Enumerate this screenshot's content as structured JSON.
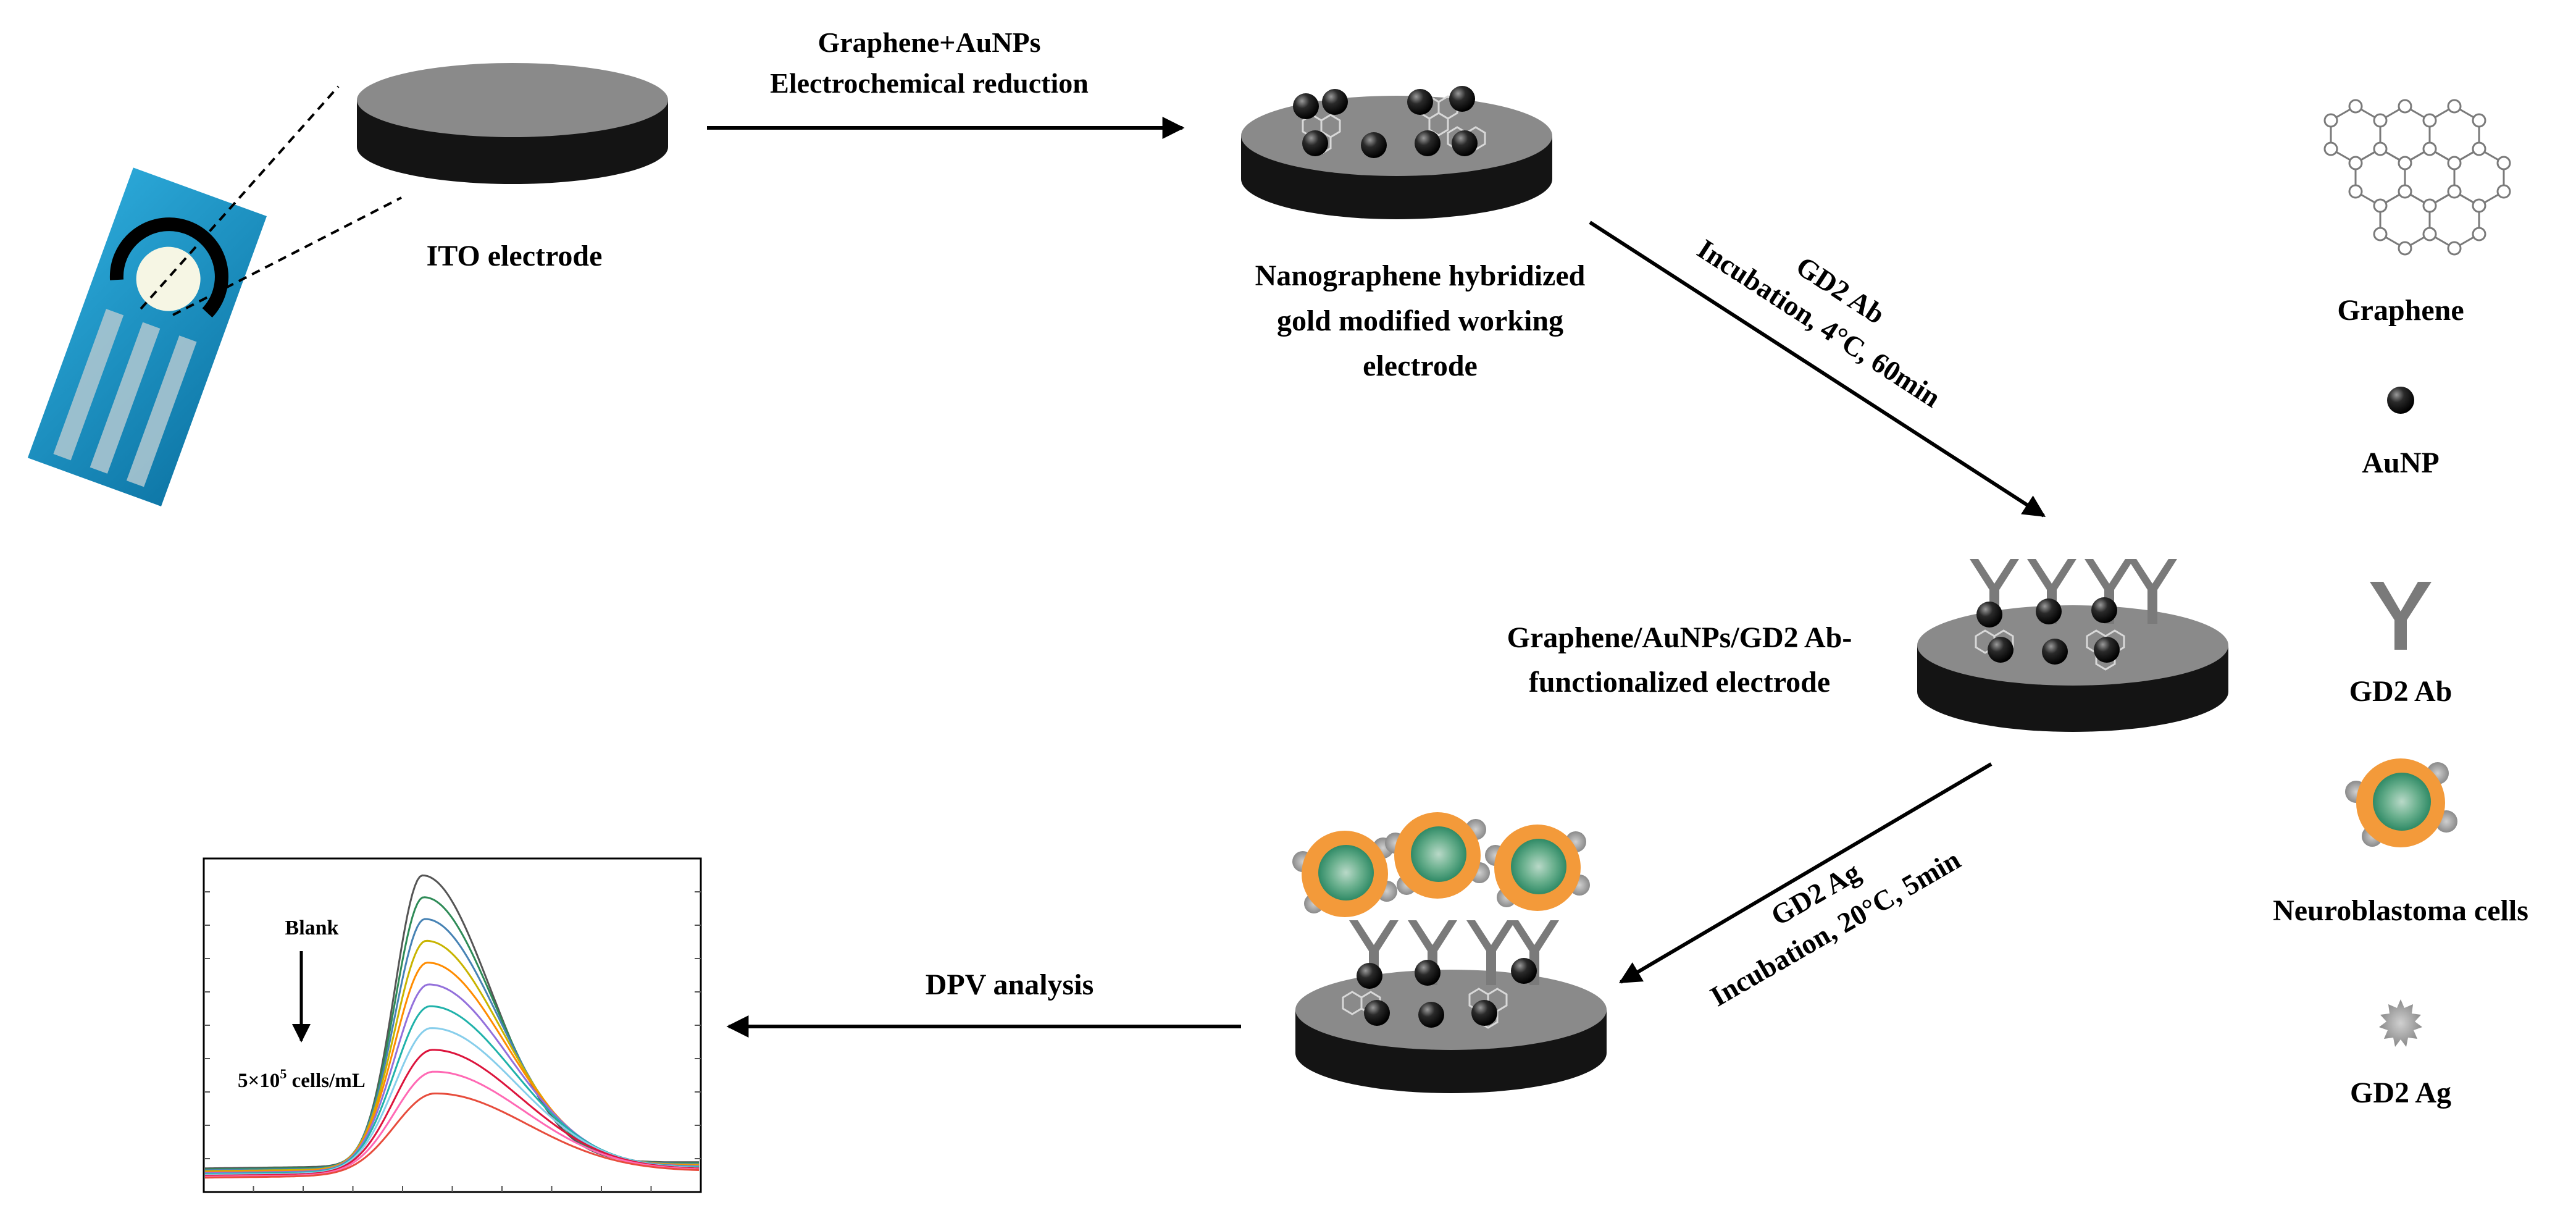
{
  "steps": {
    "step1": {
      "line1": "Graphene+AuNPs",
      "line2": "Electrochemical reduction"
    },
    "step2": {
      "line1": "GD2 Ab",
      "line2": "Incubation, 4°C,  60min"
    },
    "step3": {
      "line1": "GD2 Ag",
      "line2": "Incubation, 20°C,  5min"
    },
    "step4": {
      "line1": "DPV analysis"
    }
  },
  "electrodes": {
    "ito": {
      "label": "ITO electrode"
    },
    "modified": {
      "line1": "Nanographene hybridized",
      "line2": "gold modified working",
      "line3": "electrode"
    },
    "functionalized": {
      "line1": "Graphene/AuNPs/GD2 Ab-",
      "line2": "functionalized electrode"
    }
  },
  "legend": {
    "graphene": "Graphene",
    "aunp": "AuNP",
    "antibody": "GD2 Ab",
    "cells": "Neuroblastoma cells",
    "antigen": "GD2 Ag"
  },
  "dpv_plot": {
    "blank_label": "Blank",
    "conc_prefix": "5×10",
    "conc_exp": "5",
    "conc_suffix": " cells/mL",
    "curve_colors": [
      "#555555",
      "#2e8b57",
      "#4682b4",
      "#c8b400",
      "#ff8c00",
      "#9370db",
      "#20b2aa",
      "#87ceeb",
      "#dc143c",
      "#ff69b4",
      "#e74c3c"
    ]
  },
  "colors": {
    "chip": "#1a8fc2",
    "electrode_top": "#8a8a8a",
    "electrode_body": "#141414",
    "antibody": "#7a7a7a",
    "cell_orange": "#f39a3a",
    "cell_green": "#4aa07a"
  }
}
